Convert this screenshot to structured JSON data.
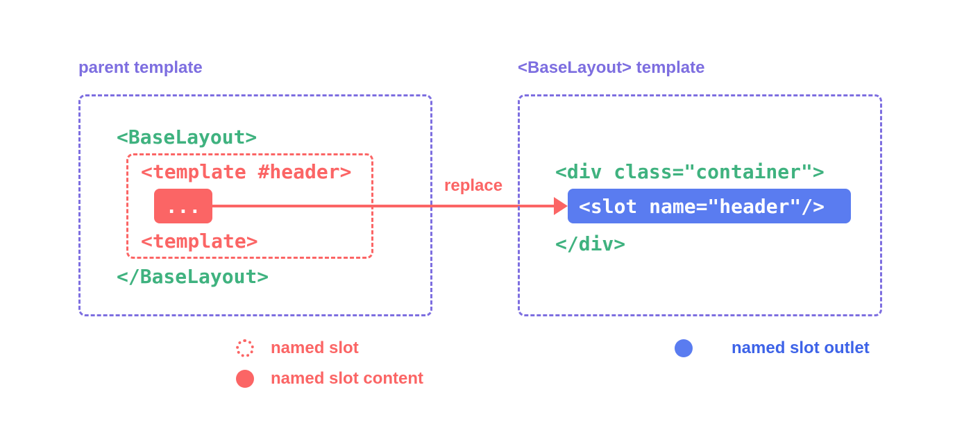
{
  "colors": {
    "purple": "#7d6ee0",
    "green": "#3fb27f",
    "red": "#fb6565",
    "blue": "#5a7cf0",
    "blue_text": "#3d63e8",
    "background": "#ffffff"
  },
  "left_panel": {
    "title": "parent template",
    "code": {
      "open_tag": "<BaseLayout>",
      "template_open": "<template #header>",
      "slot_content": "...",
      "template_close": "<template>",
      "close_tag": "</BaseLayout>"
    }
  },
  "arrow": {
    "label": "replace"
  },
  "right_panel": {
    "title": "<BaseLayout> template",
    "code": {
      "open_tag": "<div class=\"container\">",
      "slot_outlet": "<slot name=\"header\"/>",
      "close_tag": "</div>"
    }
  },
  "legend": {
    "items": [
      {
        "symbol": "dotted-red-circle",
        "label": "named slot"
      },
      {
        "symbol": "solid-red-circle",
        "label": "named slot content"
      },
      {
        "symbol": "solid-blue-circle",
        "label": "named slot outlet"
      }
    ]
  }
}
